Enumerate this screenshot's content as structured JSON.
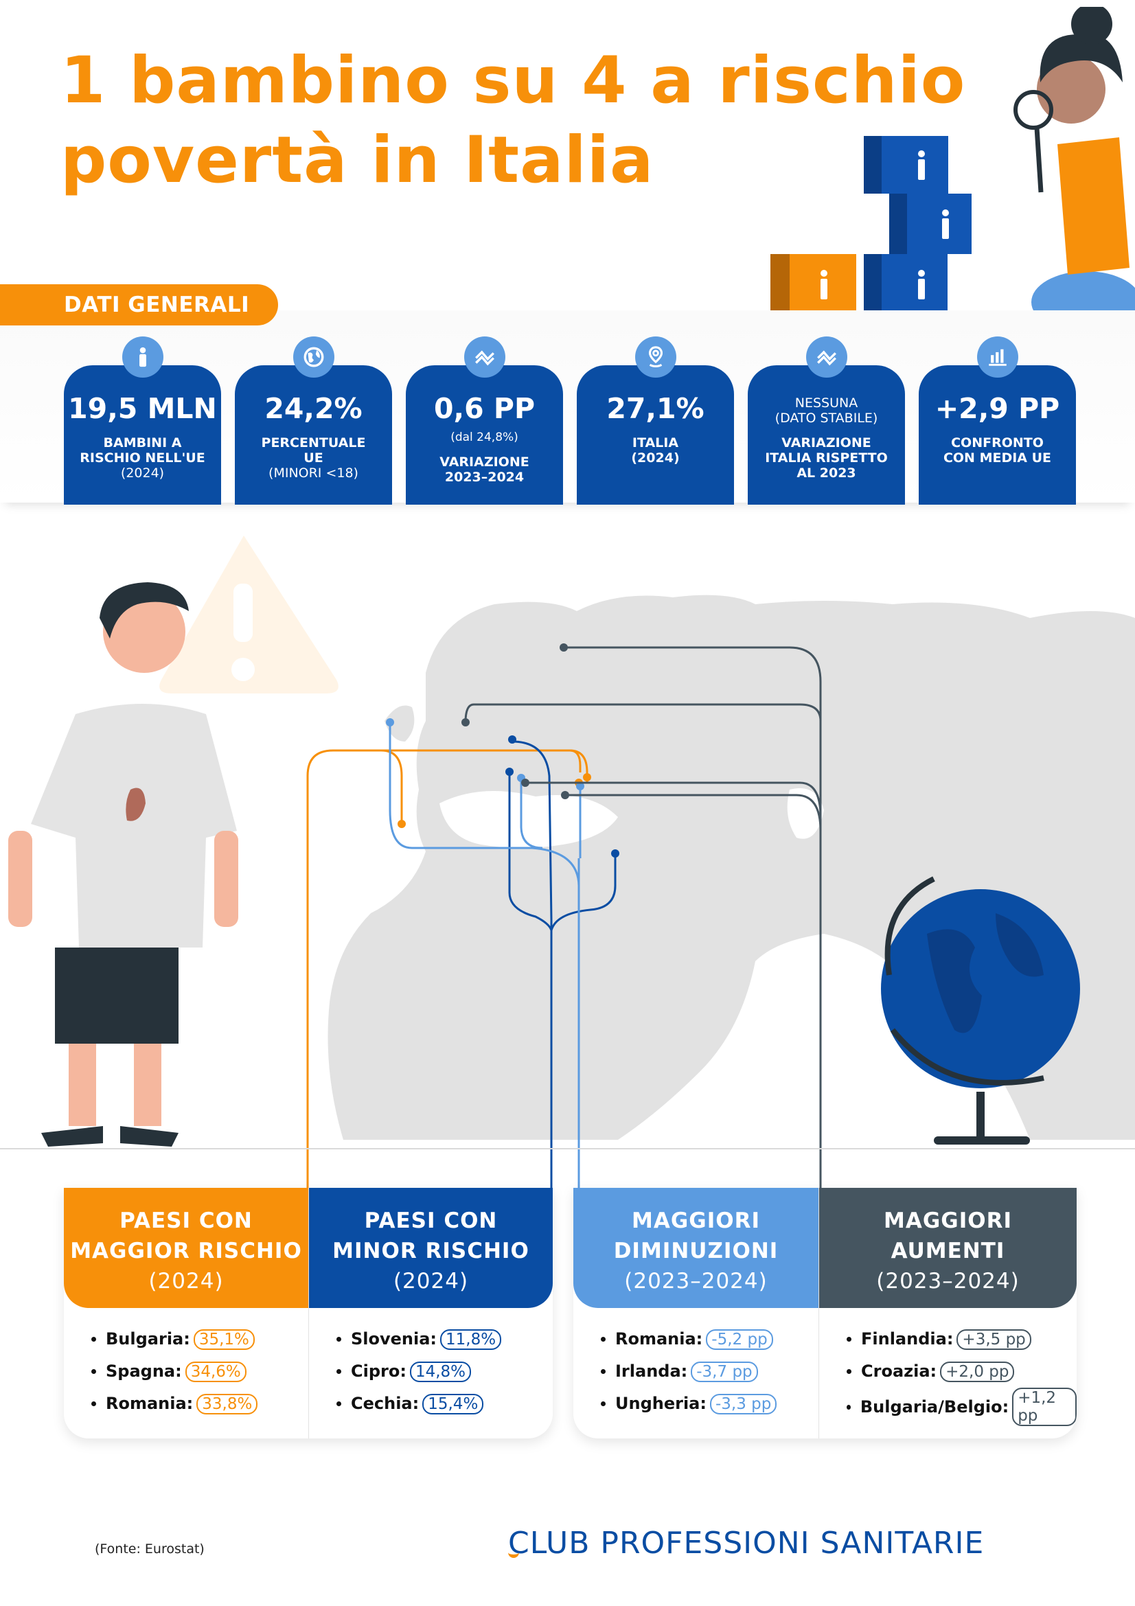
{
  "header": {
    "title_line1": "1 bambino su 4 a rischio",
    "title_line2": "povertà in Italia"
  },
  "section": {
    "badge": "DATI GENERALI"
  },
  "stats": [
    {
      "icon": "person-icon",
      "value": "19,5 MLN",
      "label_lines": [
        "BAMBINI A",
        "RISCHIO NELL'UE"
      ],
      "label_suffix": "(2024)"
    },
    {
      "icon": "globe-icon",
      "value": "24,2%",
      "label_lines": [
        "PERCENTUALE",
        "UE"
      ],
      "label_suffix": "(MINORI <18)"
    },
    {
      "icon": "trend-icon",
      "value": "0,6 PP",
      "sub": "(dal 24,8%)",
      "label_lines": [
        "VARIAZIONE",
        "2023–2024"
      ]
    },
    {
      "icon": "location-pin-icon",
      "value": "27,1%",
      "label_lines": [
        "ITALIA",
        "(2024)"
      ]
    },
    {
      "icon": "trend-icon",
      "value_lines": [
        "NESSUNA",
        "(DATO STABILE)"
      ],
      "label_lines": [
        "VARIAZIONE",
        "ITALIA RISPETTO",
        "AL 2023"
      ]
    },
    {
      "icon": "bar-chart-icon",
      "value": "+2,9 PP",
      "label_lines": [
        "CONFRONTO",
        "CON MEDIA UE"
      ]
    }
  ],
  "panels": [
    {
      "title_lines": [
        "PAESI CON",
        "MAGGIOR RISCHIO"
      ],
      "year": "(2024)",
      "color": "#F7900A",
      "items": [
        {
          "country": "Bulgaria:",
          "value": "35,1%"
        },
        {
          "country": "Spagna:",
          "value": "34,6%"
        },
        {
          "country": "Romania:",
          "value": "33,8%"
        }
      ]
    },
    {
      "title_lines": [
        "PAESI CON",
        "MINOR RISCHIO"
      ],
      "year": "(2024)",
      "color": "#0A4DA3",
      "items": [
        {
          "country": "Slovenia:",
          "value": "11,8%"
        },
        {
          "country": "Cipro:",
          "value": "14,8%"
        },
        {
          "country": "Cechia:",
          "value": "15,4%"
        }
      ]
    },
    {
      "title_lines": [
        "MAGGIORI",
        "DIMINUZIONI"
      ],
      "year": "(2023–2024)",
      "color": "#5B9BE0",
      "items": [
        {
          "country": "Romania:",
          "value": "-5,2 pp"
        },
        {
          "country": "Irlanda:",
          "value": "-3,7 pp"
        },
        {
          "country": "Ungheria:",
          "value": "-3,3 pp"
        }
      ]
    },
    {
      "title_lines": [
        "MAGGIORI",
        "AUMENTI"
      ],
      "year": "(2023–2024)",
      "color": "#455560",
      "items": [
        {
          "country": "Finlandia:",
          "value": "+3,5 pp"
        },
        {
          "country": "Croazia:",
          "value": "+2,0 pp"
        },
        {
          "country": "Bulgaria/Belgio:",
          "value": "+1,2 pp"
        }
      ]
    }
  ],
  "footer": {
    "source": "(Fonte: Eurostat)",
    "brand_first": "C",
    "brand_rest": "LUB PROFESSIONI SANITARIE"
  },
  "colors": {
    "orange": "#F7900A",
    "dark_blue": "#0A4DA3",
    "light_blue": "#5B9BE0",
    "slate": "#455560",
    "map_gray": "#E2E2E2"
  }
}
